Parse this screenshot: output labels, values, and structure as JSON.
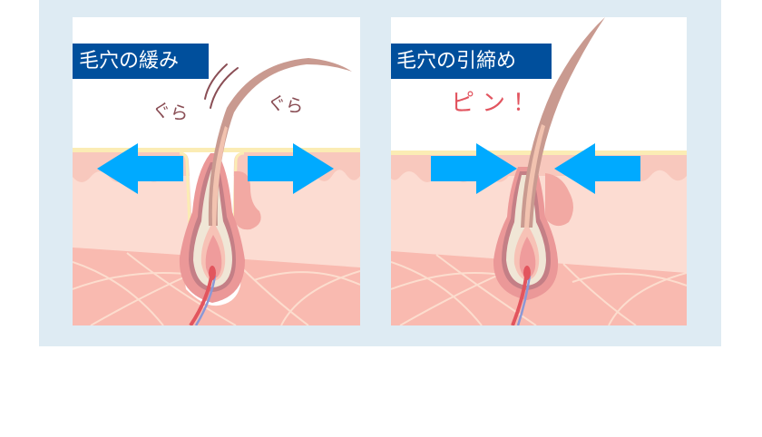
{
  "figure": {
    "left_panel": {
      "label": "毛穴の緩み",
      "sound_left": "ぐら",
      "sound_right": "ぐら",
      "arrows": "outward",
      "hair_state": "wobbling"
    },
    "right_panel": {
      "label": "毛穴の引締め",
      "sound": "ピン！",
      "arrows": "inward",
      "hair_state": "upright"
    },
    "colors": {
      "background": "#deebf3",
      "label_bg": "#004f9c",
      "arrow": "#00aaff",
      "skin_top": "#f8c8bd",
      "skin_mid": "#fcdcd2",
      "skin_deep": "#f8bcb2",
      "stratum_line": "#fbecb4",
      "hair": "#c99a90",
      "gura_text": "#8a4e55",
      "pin_text": "#e25560"
    }
  }
}
